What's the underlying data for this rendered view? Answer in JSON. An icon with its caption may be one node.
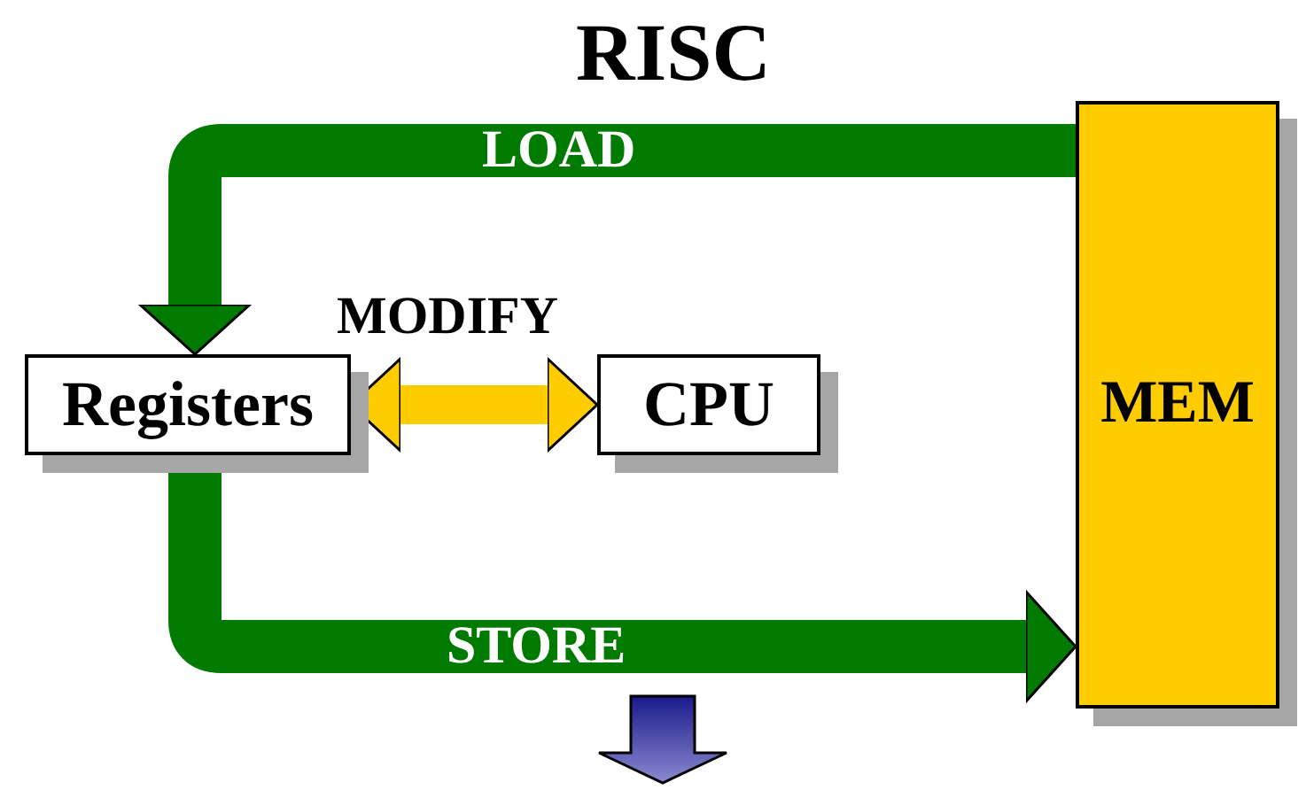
{
  "diagram": {
    "title": "RISC",
    "nodes": [
      {
        "text": [
          "Registers"
        ]
      },
      {
        "text": [
          "CPU"
        ]
      },
      {
        "text": [
          "MEM"
        ]
      }
    ],
    "edges": [
      {
        "from": 2,
        "to": 0,
        "arrow": "to",
        "label": "LOAD",
        "color": "#007a00"
      },
      {
        "from": 0,
        "to": 1,
        "arrow": "both",
        "label": "MODIFY",
        "color": "#ffcc00"
      },
      {
        "from": 0,
        "to": 2,
        "arrow": "to",
        "label": "STORE",
        "color": "#007a00"
      }
    ]
  }
}
